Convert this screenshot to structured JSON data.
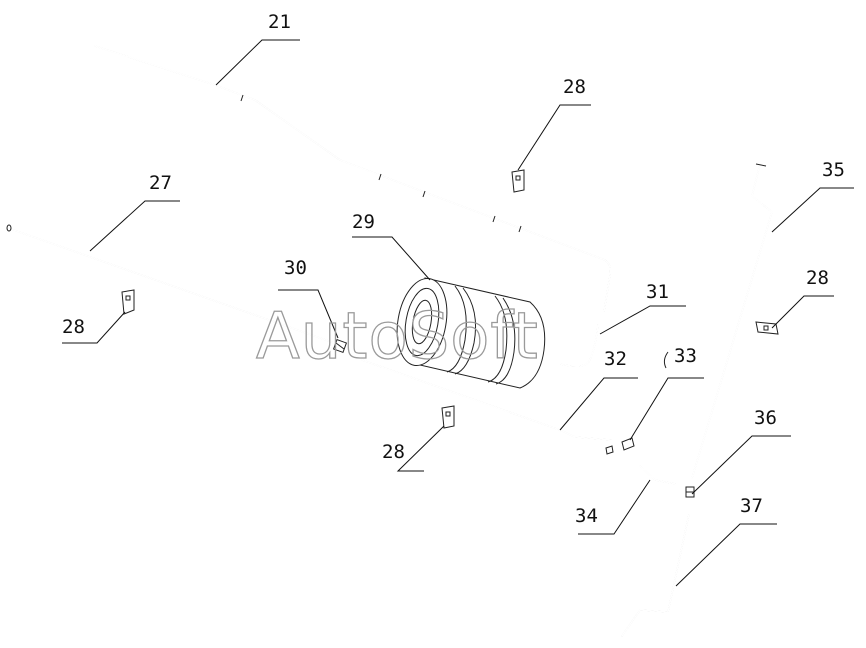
{
  "watermark": "AutoSoft",
  "callouts": {
    "c21": "21",
    "c27": "27",
    "c28a": "28",
    "c28b": "28",
    "c28c": "28",
    "c28d": "28",
    "c29": "29",
    "c30": "30",
    "c31": "31",
    "c32": "32",
    "c33": "33",
    "c34": "34",
    "c35": "35",
    "c36": "36",
    "c37": "37"
  }
}
